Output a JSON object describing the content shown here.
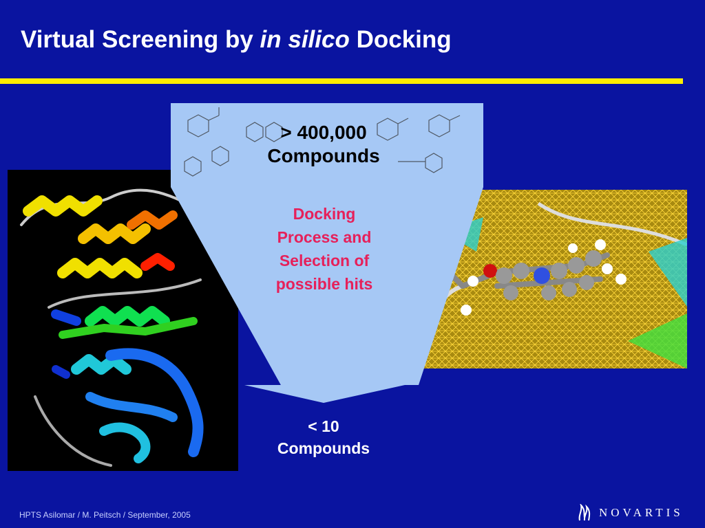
{
  "title": {
    "part1": "Virtual Screening by ",
    "italic": "in silico",
    "part2": " Docking"
  },
  "funnel": {
    "input": "> 400,000 Compounds",
    "process": "Docking Process and Selection of possible hits",
    "output_line1": "< 10",
    "output_line2": "Compounds"
  },
  "footer": "HPTS Asilomar / M. Peitsch / September, 2005",
  "logo": {
    "text": "NOVARTIS"
  },
  "colors": {
    "background": "#0a14a0",
    "rule": "#ffee00",
    "funnel": "#a6c8f5",
    "process_text": "#e6205a"
  }
}
